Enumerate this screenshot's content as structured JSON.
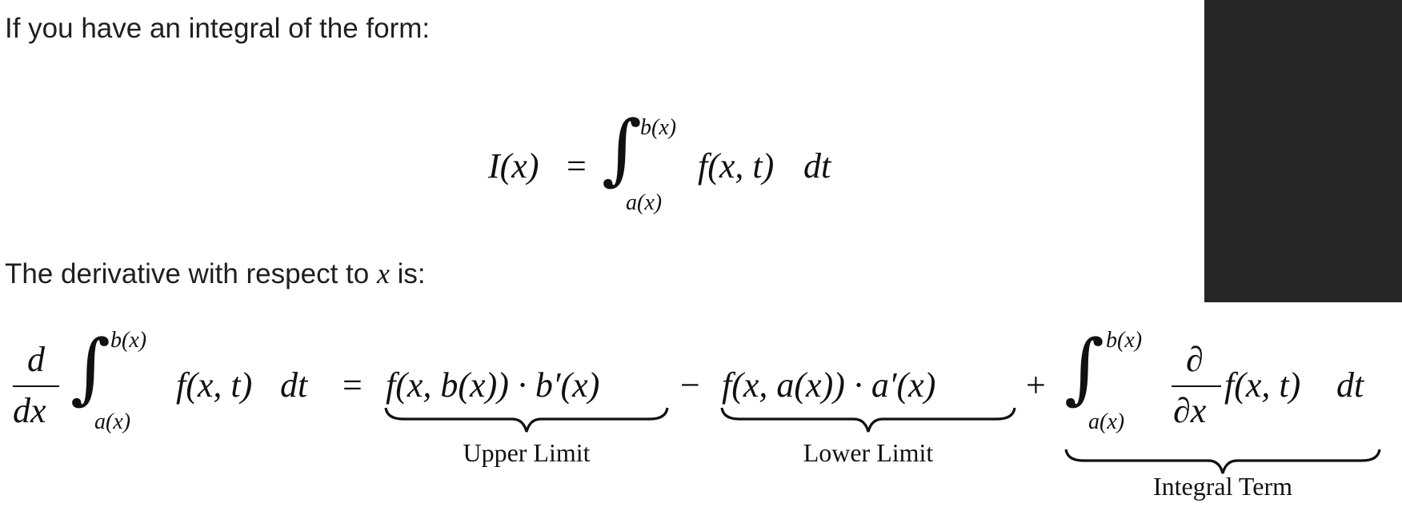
{
  "intro": {
    "text": "If you have an integral of the form:"
  },
  "equation1": {
    "lhs": "I(x)",
    "equals": "=",
    "upper_limit": "b(x)",
    "lower_limit": "a(x)",
    "integrand": "f(x, t)",
    "differential": "dt"
  },
  "derivative_intro": {
    "text_before": "The derivative with respect to ",
    "variable": "x",
    "text_after": " is:"
  },
  "equation2": {
    "frac_num": "d",
    "frac_den": "dx",
    "upper_limit": "b(x)",
    "lower_limit": "a(x)",
    "integrand": "f(x, t)",
    "differential": "dt",
    "equals": "=",
    "term1": "f(x, b(x)) · b′(x)",
    "minus": "−",
    "term2": "f(x, a(x)) · a′(x)",
    "plus": "+",
    "term3_upper": "b(x)",
    "term3_lower": "a(x)",
    "term3_partial_num": "∂",
    "term3_partial_den": "∂x",
    "term3_integrand": "f(x, t)",
    "term3_differential": "dt",
    "labels": {
      "upper": "Upper Limit",
      "lower": "Lower Limit",
      "integral": "Integral Term"
    }
  },
  "colors": {
    "text": "#1f1f1f",
    "panel": "#262626",
    "background": "#ffffff"
  }
}
